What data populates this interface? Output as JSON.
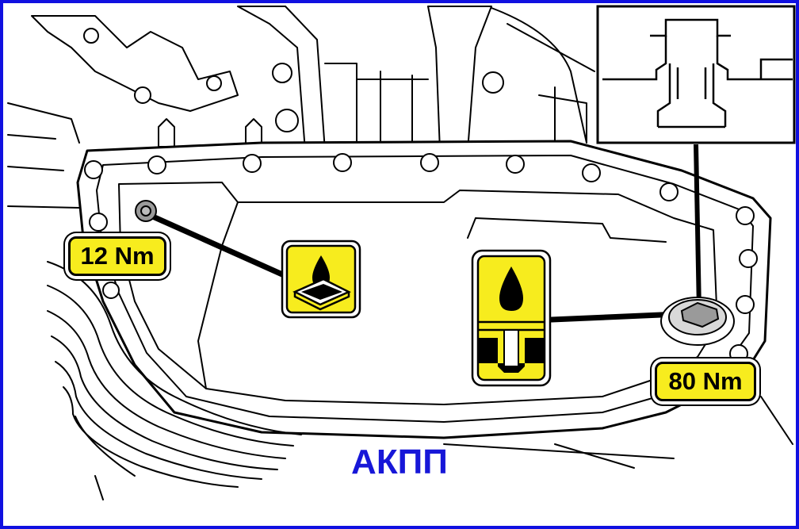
{
  "labels": {
    "drain_plug_torque": "12 Nm",
    "fill_plug_torque": "80 Nm",
    "caption": "АКПП"
  },
  "icons": {
    "drain_plug": "oil-drain-icon",
    "fill_plug": "oil-fill-level-icon",
    "inset": "plug-cross-section-icon"
  },
  "colors": {
    "border": "#1010e0",
    "caption": "#1717d8",
    "badge_fill": "#f7ec1e",
    "plug_gray": "#9a9a9a"
  }
}
